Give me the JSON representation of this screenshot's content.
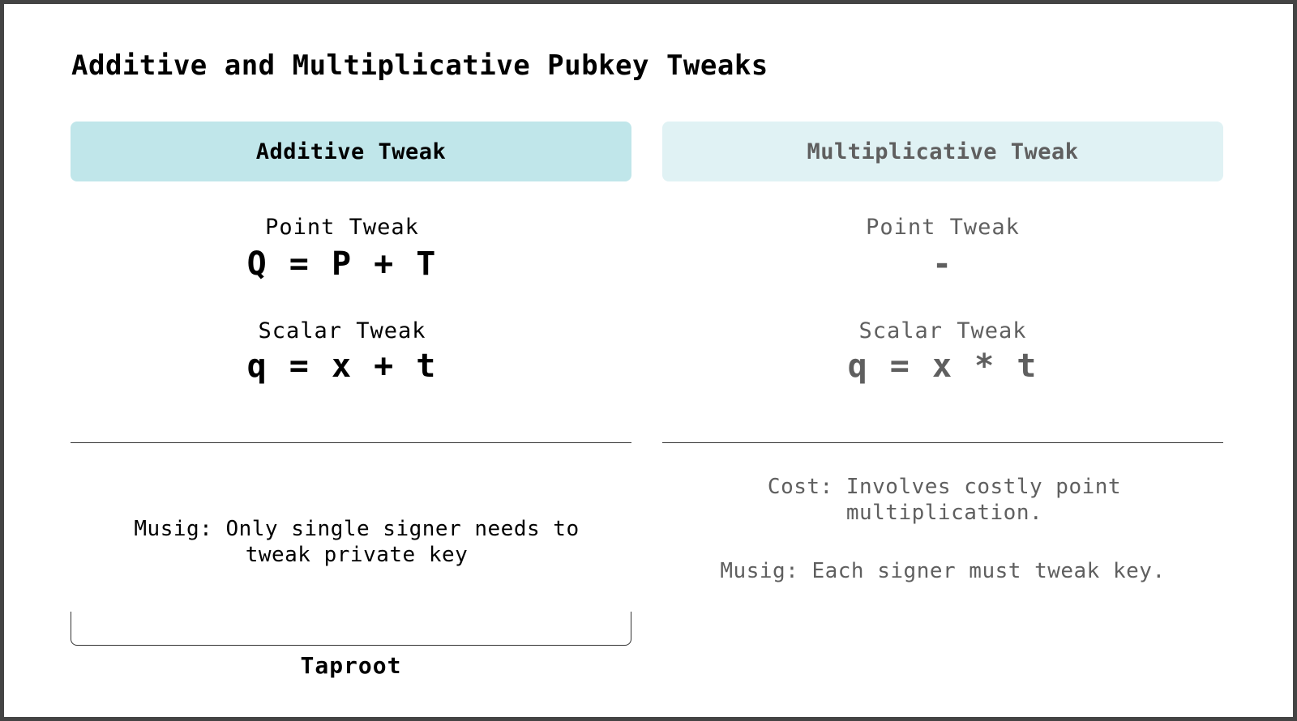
{
  "title": "Additive and Multiplicative Pubkey Tweaks",
  "additive": {
    "header": "Additive Tweak",
    "header_color": "#c0e6ea",
    "point_label": "Point Tweak",
    "point_formula": "Q = P + T",
    "scalar_label": "Scalar Tweak",
    "scalar_formula": "q = x + t",
    "musig_note": "Musig: Only single signer needs to tweak private key",
    "brace_label": "Taproot"
  },
  "multiplicative": {
    "header": "Multiplicative Tweak",
    "header_color": "#e0f2f4",
    "point_label": "Point Tweak",
    "point_formula": "-",
    "scalar_label": "Scalar Tweak",
    "scalar_formula": "q = x * t",
    "cost_note": "Cost: Involves costly point multiplication.",
    "musig_note": "Musig: Each signer must tweak key."
  }
}
